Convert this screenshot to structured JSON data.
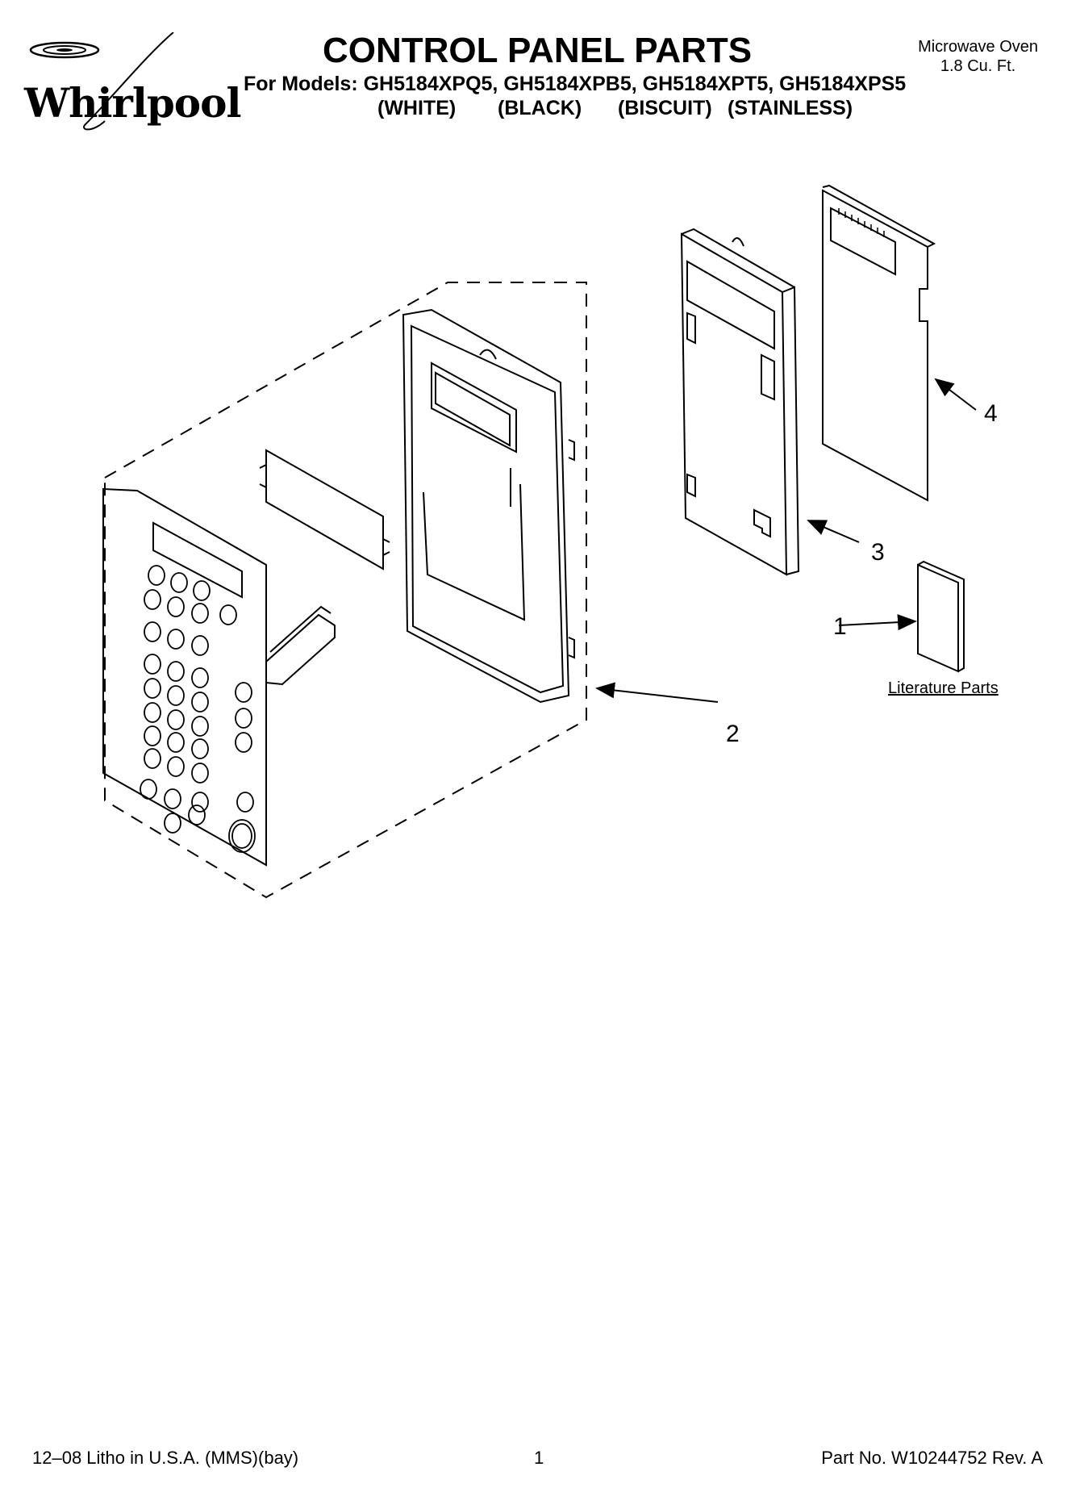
{
  "header": {
    "brand": "Whirlpool",
    "title": "CONTROL PANEL PARTS",
    "models_line": "For Models: GH5184XPQ5, GH5184XPB5, GH5184XPT5, GH5184XPS5",
    "finishes": [
      "(WHITE)",
      "(BLACK)",
      "(BISCUIT)",
      "(STAINLESS)"
    ],
    "product": "Microwave Oven",
    "capacity": "1.8 Cu. Ft."
  },
  "diagram": {
    "callouts": [
      "1",
      "2",
      "3",
      "4"
    ],
    "literature_label": "Literature Parts"
  },
  "footer": {
    "litho": "12–08 Litho in U.S.A. (MMS)(bay)",
    "page": "1",
    "part_no": "Part No. W10244752 Rev. A"
  }
}
